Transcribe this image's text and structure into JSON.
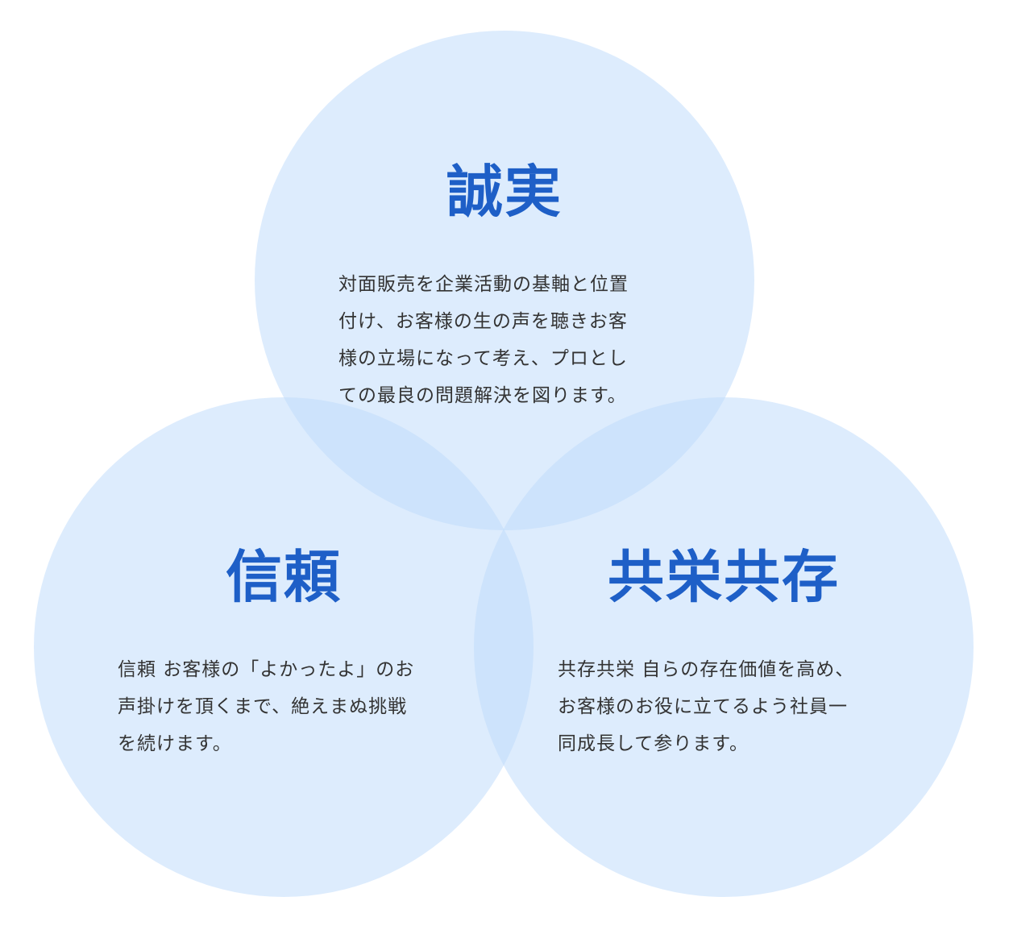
{
  "colors": {
    "circle_fill": "#DDEBFC",
    "overlap_fill": "#C4DCFA",
    "title_color": "#1E5FC7",
    "body_color": "#333333",
    "background": "#FFFFFF"
  },
  "circles": [
    {
      "id": "top",
      "title": "誠実",
      "lines": [
        "対面販売を企業活動の基軸と位置",
        "付け、お客様の生の声を聴きお客",
        "様の立場になって考え、プロとし",
        "ての最良の問題解決を図ります。"
      ]
    },
    {
      "id": "left",
      "title": "信頼",
      "lines": [
        "信頼 お客様の「よかったよ」のお",
        "声掛けを頂くまで、絶えまぬ挑戦",
        "を続けます。"
      ]
    },
    {
      "id": "right",
      "title": "共栄共存",
      "lines": [
        "共存共栄 自らの存在価値を高め、",
        "お客様のお役に立てるよう社員一",
        "同成長して参ります。"
      ]
    }
  ]
}
